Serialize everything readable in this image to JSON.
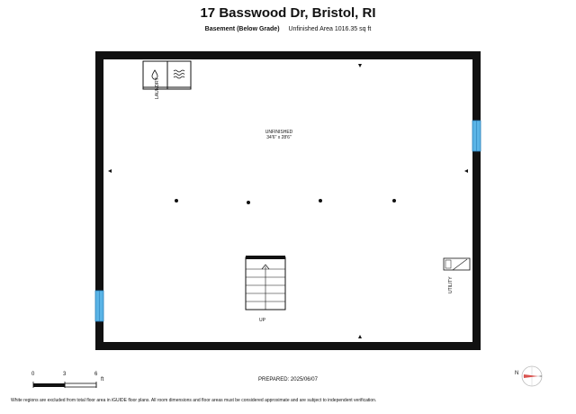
{
  "header": {
    "title": "17 Basswood Dr, Bristol, RI",
    "level": "Basement (Below Grade)",
    "area": "Unfinished Area 1016.35 sq ft"
  },
  "rooms": {
    "main_name": "UNFINISHED",
    "main_dims": "34'6\" x 28'6\"",
    "laundry": "LAUNDRY",
    "utility": "UTILITY",
    "stairs": "UP"
  },
  "scale": {
    "labels": [
      "0",
      "3",
      "6"
    ],
    "unit": "ft"
  },
  "prepared": "PREPARED: 2025/06/07",
  "compass": {
    "label": "N"
  },
  "disclaimer": "White regions are excluded from total floor area in iGUIDE floor plans. All room dimensions and floor areas must be considered approximate and are subject to independent verification.",
  "colors": {
    "wall": "#111111",
    "window": "#5ab4e6",
    "compass": "#d9534f"
  }
}
